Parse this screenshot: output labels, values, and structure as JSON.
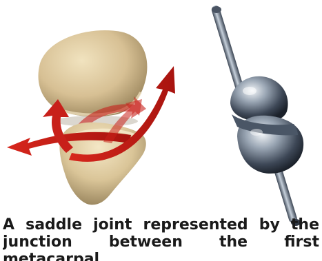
{
  "figure": {
    "left_illustration": "saddle-joint-bones",
    "right_illustration": "saddle-joint-mechanical-model",
    "colors": {
      "bone": "#d8c39a",
      "arrow": "#c8201a",
      "metal": "#9aa6b4"
    }
  },
  "caption": {
    "text": "A saddle joint represented by the junction between the first metacarpal"
  }
}
